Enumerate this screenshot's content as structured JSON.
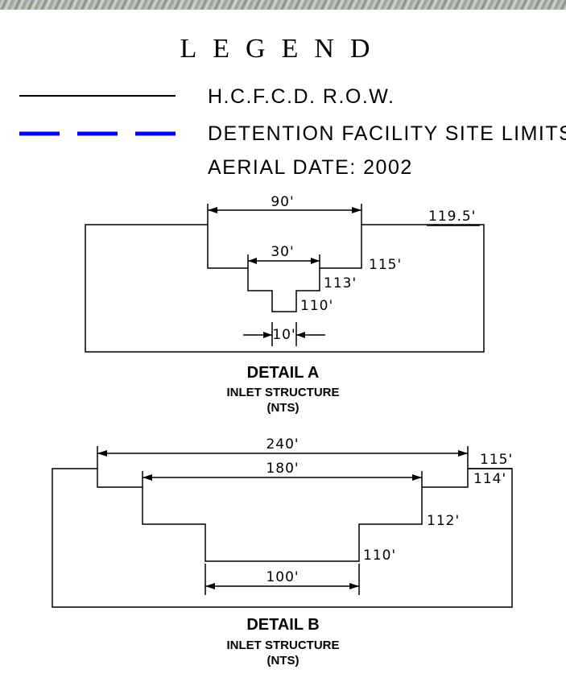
{
  "legend": {
    "title": "LEGEND",
    "items": [
      {
        "label": "H.C.F.C.D. R.O.W.",
        "line_style": "solid",
        "color": "#000000"
      },
      {
        "label": "DETENTION FACILITY SITE LIMITS",
        "line_style": "dashed",
        "color": "#0000ff"
      }
    ],
    "aerial_date": "AERIAL DATE: 2002"
  },
  "detail_a": {
    "dim_top": "90'",
    "dim_mid": "30'",
    "dim_bottom": "10'",
    "elev_top": "119.5'",
    "elev_1": "115'",
    "elev_2": "113'",
    "elev_3": "110'",
    "caption": "DETAIL A",
    "subtitle": "INLET STRUCTURE",
    "scale": "(NTS)"
  },
  "detail_b": {
    "dim_top": "240'",
    "dim_mid": "180'",
    "dim_bottom": "100'",
    "elev_top": "115'",
    "elev_1": "114'",
    "elev_2": "112'",
    "elev_3": "110'",
    "caption": "DETAIL B",
    "subtitle": "INLET STRUCTURE",
    "scale": "(NTS)"
  }
}
